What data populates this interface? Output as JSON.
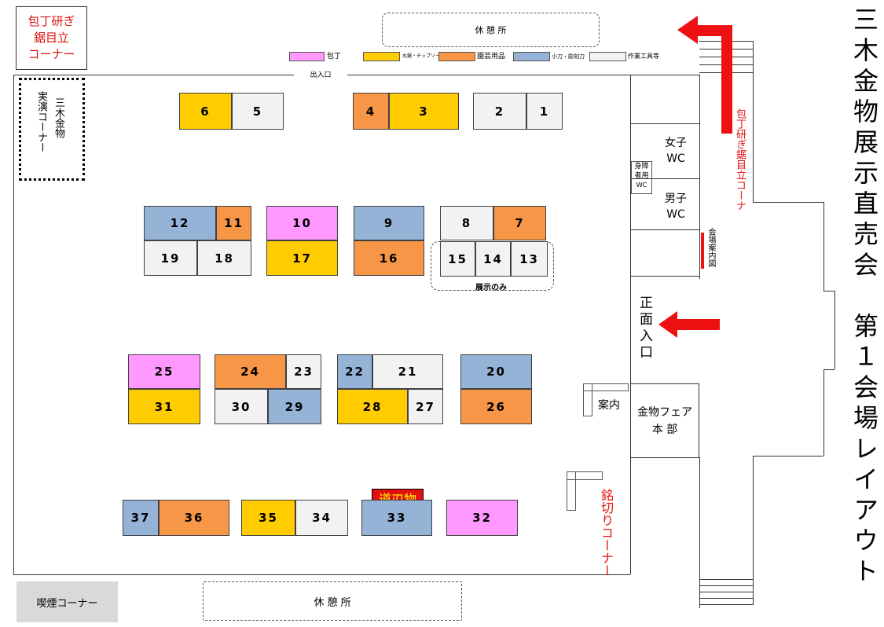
{
  "colors": {
    "knife": "#ff99ff",
    "saw": "#ffcc00",
    "garden": "#f79646",
    "carving": "#95b3d7",
    "tools": "#f2f2f2",
    "red": "#e01010"
  },
  "title_vertical": "三木金物展示直売会　第１会場レイアウト",
  "corner_top_left": [
    "包丁研ぎ",
    "鋸目立",
    "コーナー"
  ],
  "rest_area_top": "休 憩 所",
  "rest_area_bottom": "休 憩 所",
  "smoking_corner": "喫煙コーナー",
  "entrance_top": "出入口",
  "legend": [
    {
      "label": "包丁",
      "color": "knife"
    },
    {
      "label": "丸鋸・チップソー",
      "color": "saw"
    },
    {
      "label": "園芸用品",
      "color": "garden"
    },
    {
      "label": "小刀・彫刻刀",
      "color": "carving"
    },
    {
      "label": "作業工具等",
      "color": "tools"
    }
  ],
  "demo_corner": "三木金物",
  "demo_corner2": "実演コーナー",
  "knife_corner_arrow": "包丁研ぎ鋸目立コーナーへ",
  "womens_wc": [
    "女子",
    "WC"
  ],
  "accessible_wc": [
    "身障",
    "者用",
    "WC"
  ],
  "mens_wc": [
    "男子",
    "WC"
  ],
  "venue_guide": "会場案内図",
  "main_entrance": "正面入口",
  "info": "案内",
  "hq": [
    "金物フェア",
    "本 部"
  ],
  "engraving_corner": "銘切りコーナー",
  "display_only": "展示のみ",
  "michihamono": "道刃物",
  "booths": [
    {
      "n": "6",
      "c": "saw"
    },
    {
      "n": "5",
      "c": "tools"
    },
    {
      "n": "4",
      "c": "garden"
    },
    {
      "n": "3",
      "c": "saw"
    },
    {
      "n": "2",
      "c": "tools"
    },
    {
      "n": "1",
      "c": "tools"
    },
    {
      "n": "12",
      "c": "carving"
    },
    {
      "n": "11",
      "c": "garden"
    },
    {
      "n": "19",
      "c": "tools"
    },
    {
      "n": "18",
      "c": "tools"
    },
    {
      "n": "10",
      "c": "knife"
    },
    {
      "n": "17",
      "c": "saw"
    },
    {
      "n": "9",
      "c": "carving"
    },
    {
      "n": "16",
      "c": "garden"
    },
    {
      "n": "8",
      "c": "tools"
    },
    {
      "n": "7",
      "c": "garden"
    },
    {
      "n": "15",
      "c": "tools"
    },
    {
      "n": "14",
      "c": "tools"
    },
    {
      "n": "13",
      "c": "tools"
    },
    {
      "n": "25",
      "c": "knife"
    },
    {
      "n": "31",
      "c": "saw"
    },
    {
      "n": "24",
      "c": "garden"
    },
    {
      "n": "23",
      "c": "tools"
    },
    {
      "n": "30",
      "c": "tools"
    },
    {
      "n": "29",
      "c": "carving"
    },
    {
      "n": "22",
      "c": "carving"
    },
    {
      "n": "21",
      "c": "tools"
    },
    {
      "n": "28",
      "c": "saw"
    },
    {
      "n": "27",
      "c": "tools"
    },
    {
      "n": "20",
      "c": "carving"
    },
    {
      "n": "26",
      "c": "garden"
    },
    {
      "n": "37",
      "c": "carving"
    },
    {
      "n": "36",
      "c": "garden"
    },
    {
      "n": "35",
      "c": "saw"
    },
    {
      "n": "34",
      "c": "tools"
    },
    {
      "n": "33",
      "c": "carving"
    },
    {
      "n": "32",
      "c": "knife"
    }
  ]
}
